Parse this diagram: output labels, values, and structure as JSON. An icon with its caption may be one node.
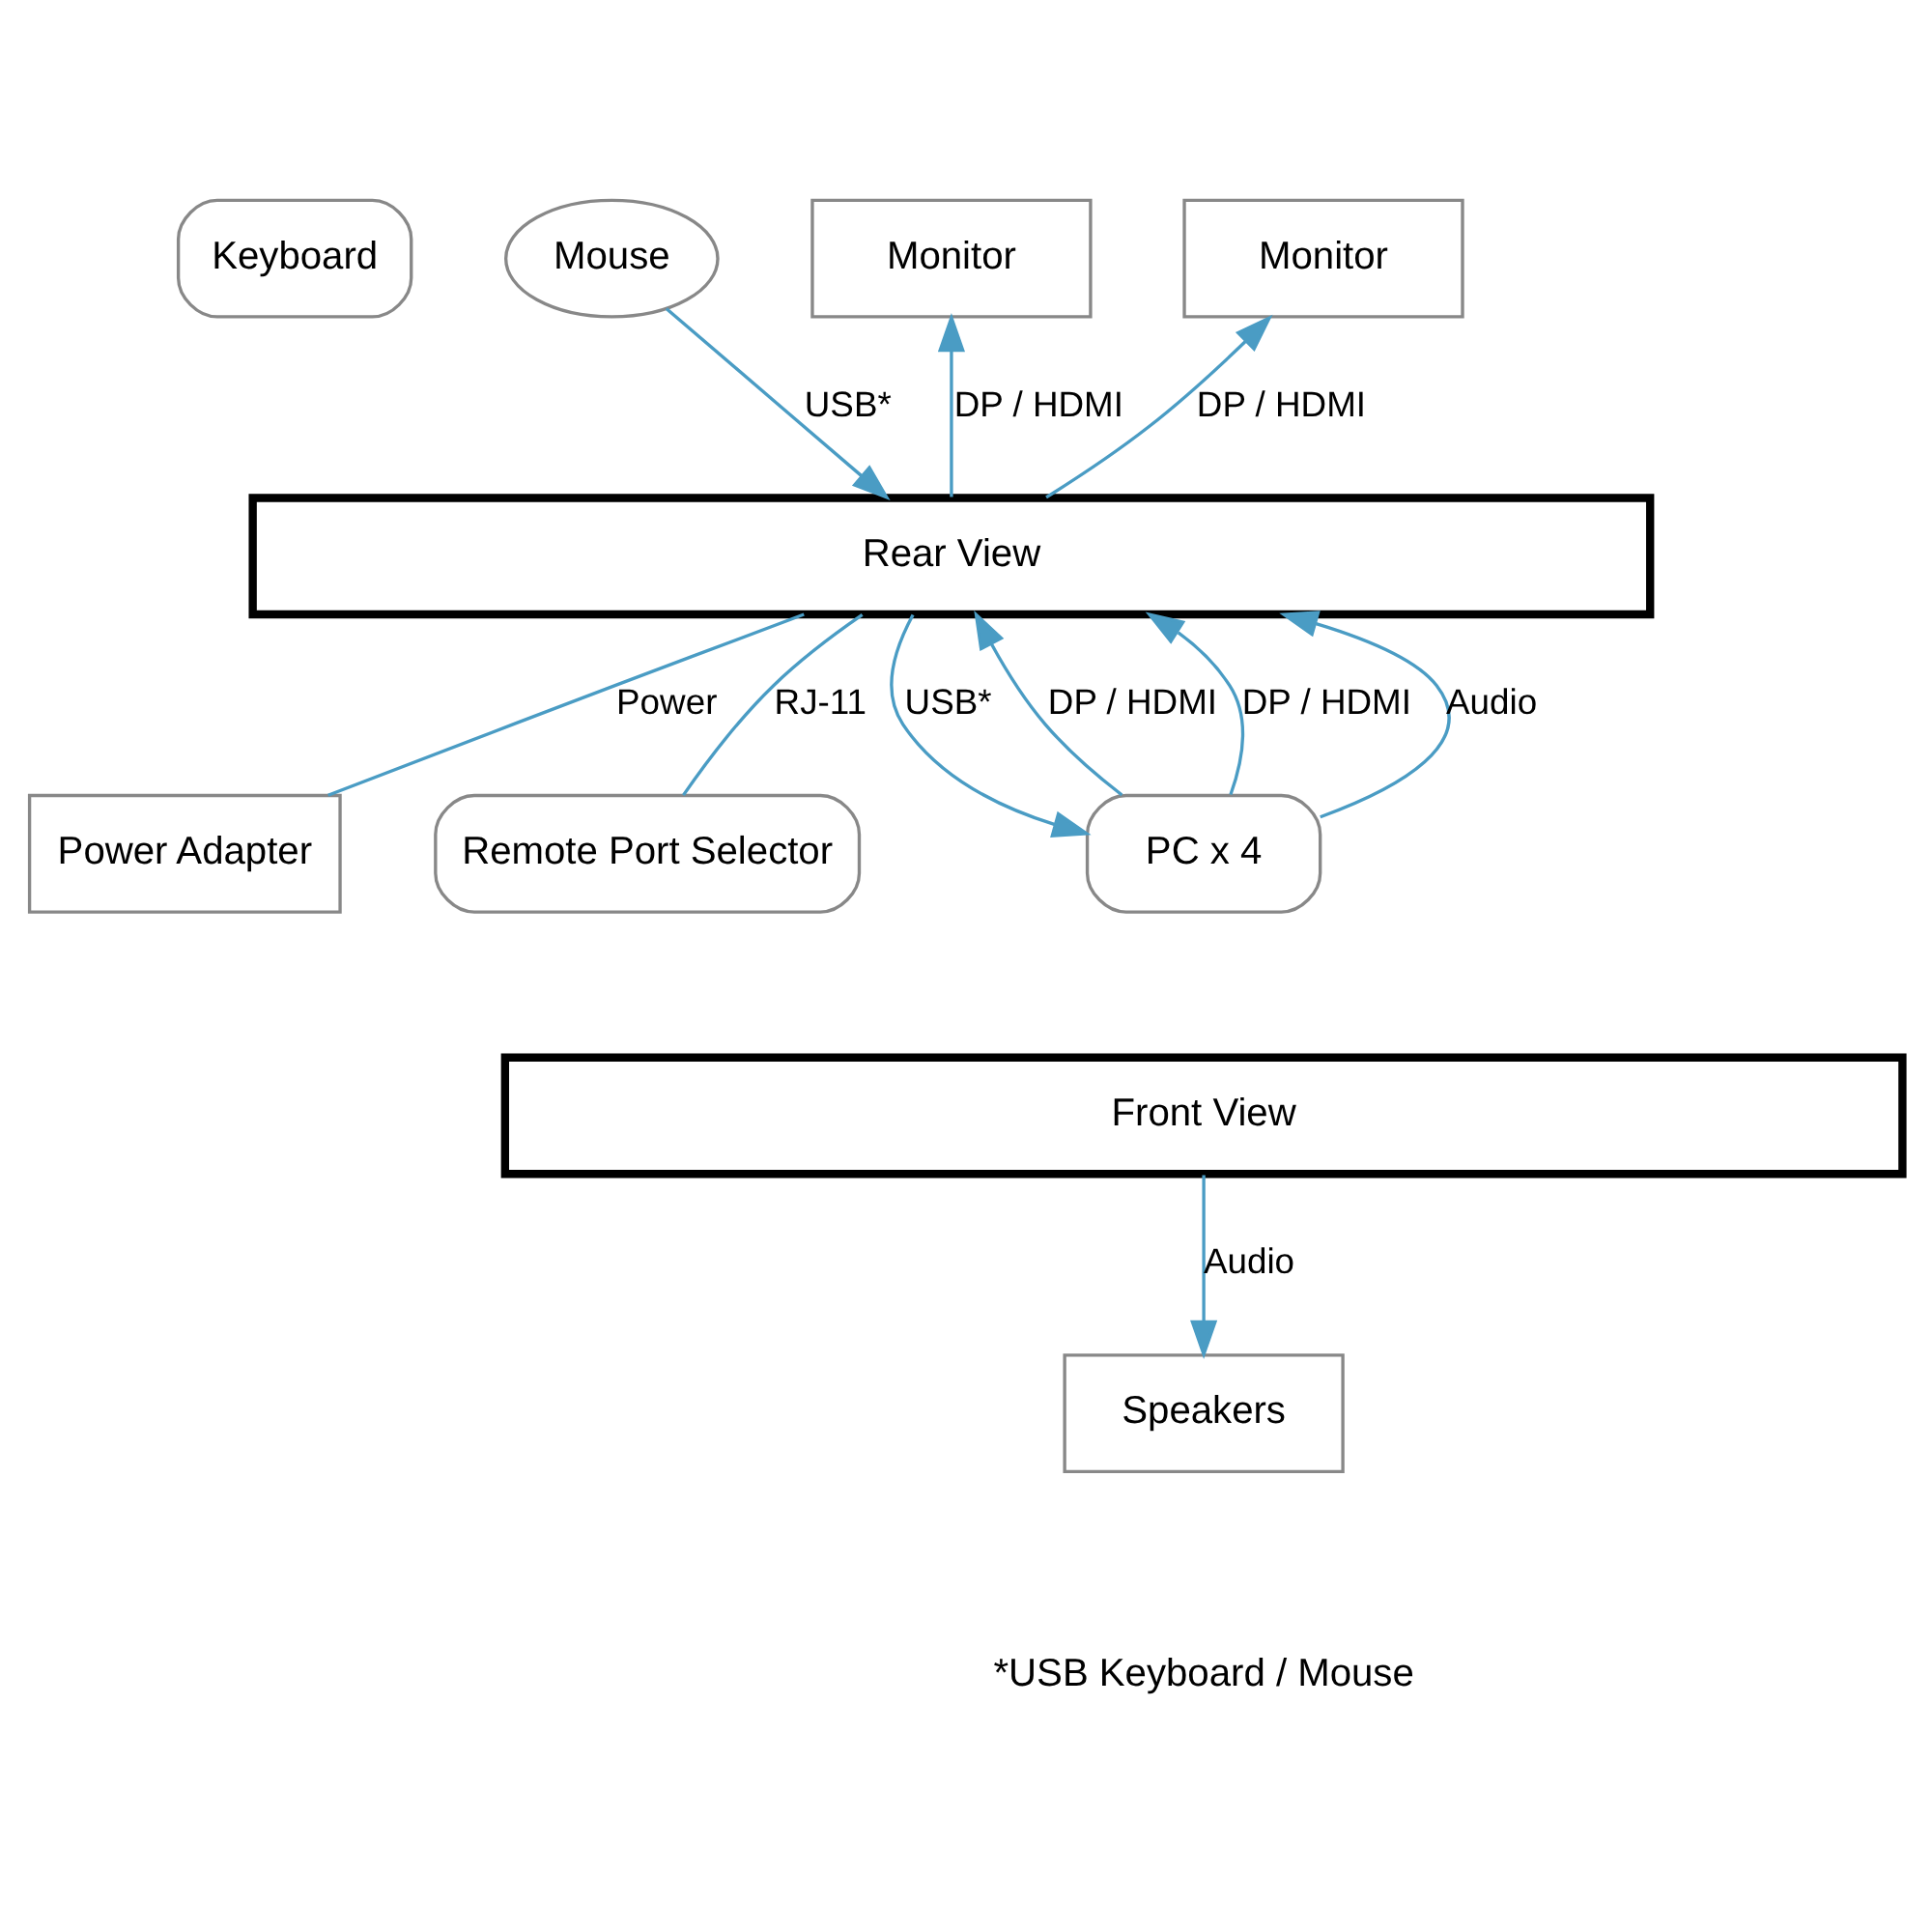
{
  "diagram": {
    "nodes": [
      {
        "text": [
          "Keyboard"
        ]
      },
      {
        "text": [
          "Mouse"
        ]
      },
      {
        "text": [
          "Monitor"
        ]
      },
      {
        "text": [
          "Monitor"
        ]
      },
      {
        "text": [
          "Rear View"
        ]
      },
      {
        "text": [
          "Power Adapter"
        ]
      },
      {
        "text": [
          "Remote Port Selector"
        ]
      },
      {
        "text": [
          "PC x 4"
        ]
      },
      {
        "text": [
          "Front View"
        ]
      },
      {
        "text": [
          "Speakers"
        ]
      }
    ],
    "edges": [
      {
        "from": 1,
        "to": 4,
        "label": "USB*",
        "arrow": "to"
      },
      {
        "from": 4,
        "to": 2,
        "label": "DP / HDMI",
        "arrow": "to"
      },
      {
        "from": 4,
        "to": 3,
        "label": "DP / HDMI",
        "arrow": "to"
      },
      {
        "from": 4,
        "to": 5,
        "label": "Power",
        "arrow": "none"
      },
      {
        "from": 4,
        "to": 6,
        "label": "RJ-11",
        "arrow": "none"
      },
      {
        "from": 7,
        "to": 4,
        "label": "DP / HDMI",
        "arrow": "to"
      },
      {
        "from": 7,
        "to": 4,
        "label": "DP / HDMI",
        "arrow": "to"
      },
      {
        "from": 7,
        "to": 4,
        "label": "Audio",
        "arrow": "to"
      },
      {
        "from": 4,
        "to": 7,
        "label": "USB*",
        "arrow": "to"
      },
      {
        "from": 8,
        "to": 9,
        "label": "Audio",
        "arrow": "to"
      }
    ],
    "labels": [
      "*USB Keyboard / Mouse"
    ]
  }
}
